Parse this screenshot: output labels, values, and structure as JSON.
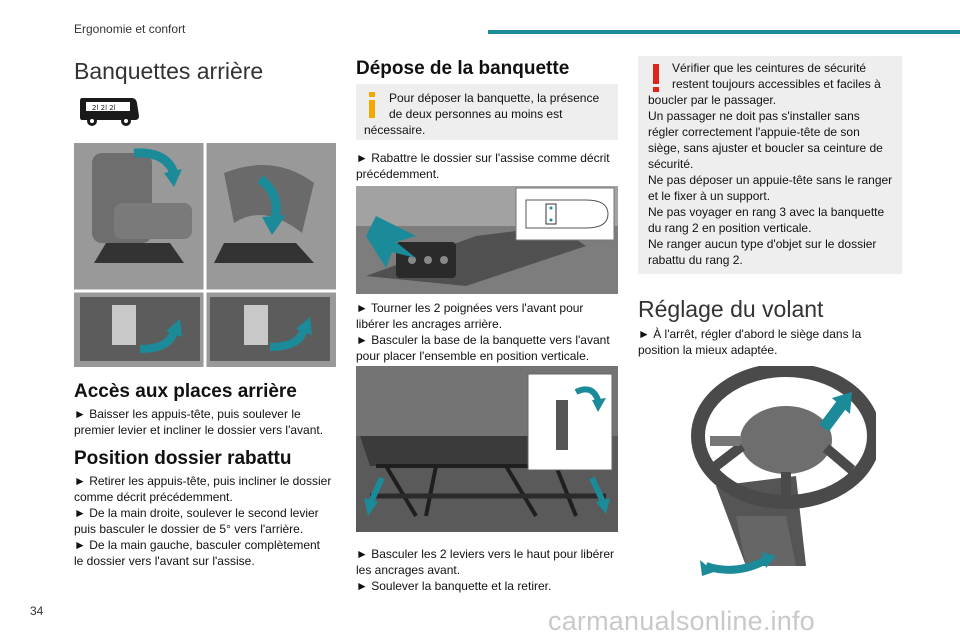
{
  "header": {
    "section": "Ergonomie et confort"
  },
  "footer": {
    "page_number": "34",
    "watermark": "carmanualsonline.info"
  },
  "col1": {
    "title": "Banquettes arrière",
    "h_acces": "Accès aux places arrière",
    "p_acces": [
      "► Baisser les appuis-tête, puis soulever le",
      "premier levier et incliner le dossier vers l'avant."
    ],
    "h_position": "Position dossier rabattu",
    "p_position": [
      "► Retirer les appuis-tête, puis incliner le dossier",
      "comme décrit précédemment.",
      "► De la main droite, soulever le second levier",
      "puis basculer le dossier de 5° vers l'arrière.",
      "► De la main gauche, basculer complètement",
      "le dossier vers l'avant sur l'assise."
    ]
  },
  "col2": {
    "title": "Dépose de la banquette",
    "info_note": [
      "Pour déposer la banquette, la présence",
      "de deux personnes au moins est",
      "nécessaire."
    ],
    "p1": [
      "► Rabattre le dossier sur l'assise comme décrit",
      "précédemment."
    ],
    "p2": [
      "► Tourner les 2 poignées vers l'avant pour",
      "libérer les ancrages arrière.",
      "► Basculer la base de la banquette vers l'avant",
      "pour placer l'ensemble en position verticale."
    ],
    "p3": [
      "► Basculer les 2 leviers vers le haut pour libérer",
      "les ancrages avant.",
      "► Soulever la banquette et la retirer."
    ]
  },
  "col3": {
    "warning": [
      "Vérifier que les ceintures de sécurité",
      "restent toujours accessibles et faciles à",
      "boucler par le passager.",
      "Un passager ne doit pas s'installer sans",
      "régler correctement l'appuie-tête de son",
      "siège, sans ajuster et boucler sa ceinture de",
      "sécurité.",
      "Ne pas déposer un appuie-tête sans le ranger",
      "et le fixer à un support.",
      "Ne pas voyager en rang 3 avec la banquette",
      "du rang 2 en position verticale.",
      "Ne ranger aucun type d'objet sur le dossier",
      "rabattu du rang 2."
    ],
    "title": "Réglage du volant",
    "p1": [
      "► À l'arrêt, régler d'abord le siège dans la",
      "position la mieux adaptée."
    ]
  },
  "colors": {
    "accent": "#1b8a99",
    "warning": "#e2231a",
    "info": "#f2a900",
    "note_bg": "#eeeeee"
  },
  "icons": [
    "van-icon",
    "info-icon",
    "warning-icon",
    "arrow-icon"
  ]
}
